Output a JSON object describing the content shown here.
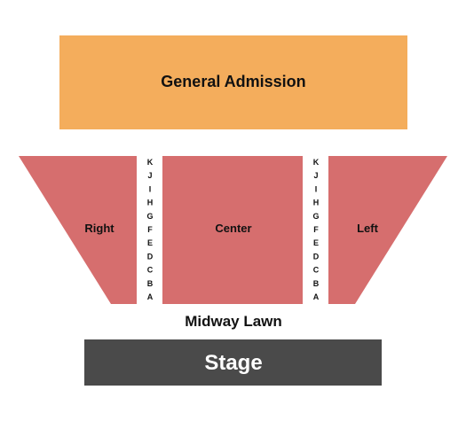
{
  "sections": {
    "general_admission": {
      "label": "General Admission",
      "color": "#f4ad5c"
    },
    "right": {
      "label": "Right",
      "color": "#d66e6e"
    },
    "center": {
      "label": "Center",
      "color": "#d66e6e"
    },
    "left": {
      "label": "Left",
      "color": "#d66e6e"
    }
  },
  "rows": [
    "K",
    "J",
    "I",
    "H",
    "G",
    "F",
    "E",
    "D",
    "C",
    "B",
    "A"
  ],
  "midway_lawn": {
    "label": "Midway Lawn"
  },
  "stage": {
    "label": "Stage",
    "color": "#4a4a4a"
  }
}
